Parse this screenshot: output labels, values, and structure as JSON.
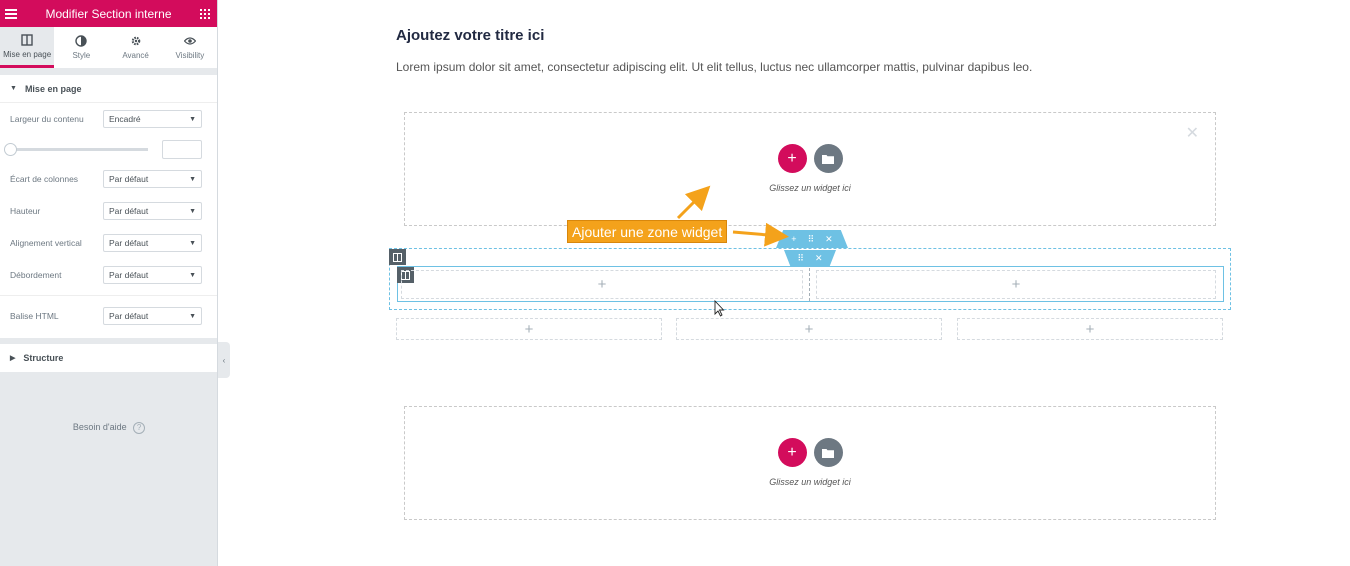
{
  "panel": {
    "title": "Modifier Section interne",
    "tabs": [
      {
        "label": "Mise en page",
        "icon": "layout-icon",
        "active": true
      },
      {
        "label": "Style",
        "icon": "contrast-icon",
        "active": false
      },
      {
        "label": "Avancé",
        "icon": "gear-icon",
        "active": false
      },
      {
        "label": "Visibility",
        "icon": "eye-icon",
        "active": false
      }
    ],
    "section_layout": "Mise en page",
    "controls": {
      "content_width": {
        "label": "Largeur du contenu",
        "value": "Encadré"
      },
      "column_gap": {
        "label": "Écart de colonnes",
        "value": "Par défaut"
      },
      "height": {
        "label": "Hauteur",
        "value": "Par défaut"
      },
      "vertical_align": {
        "label": "Alignement vertical",
        "value": "Par défaut"
      },
      "overflow": {
        "label": "Débordement",
        "value": "Par défaut"
      },
      "html_tag": {
        "label": "Balise HTML",
        "value": "Par défaut"
      }
    },
    "section_structure": "Structure",
    "help": {
      "label": "Besoin d'aide",
      "icon": "?"
    }
  },
  "canvas": {
    "heading": "Ajoutez votre titre ici",
    "text": "Lorem ipsum dolor sit amet, consectetur adipiscing elit. Ut elit tellus, luctus nec ullamcorper mattis, pulvinar dapibus leo.",
    "drop_text": "Glissez un widget ici",
    "add_symbol": "+",
    "close_symbol": "✕",
    "grip_symbol": "⠿"
  },
  "annotation": {
    "label": "Ajouter une zone widget",
    "color": "#f4a21b"
  },
  "colors": {
    "brand": "#d30c5c",
    "section_blue": "#6ec1e4",
    "handle_dark": "#556068"
  }
}
